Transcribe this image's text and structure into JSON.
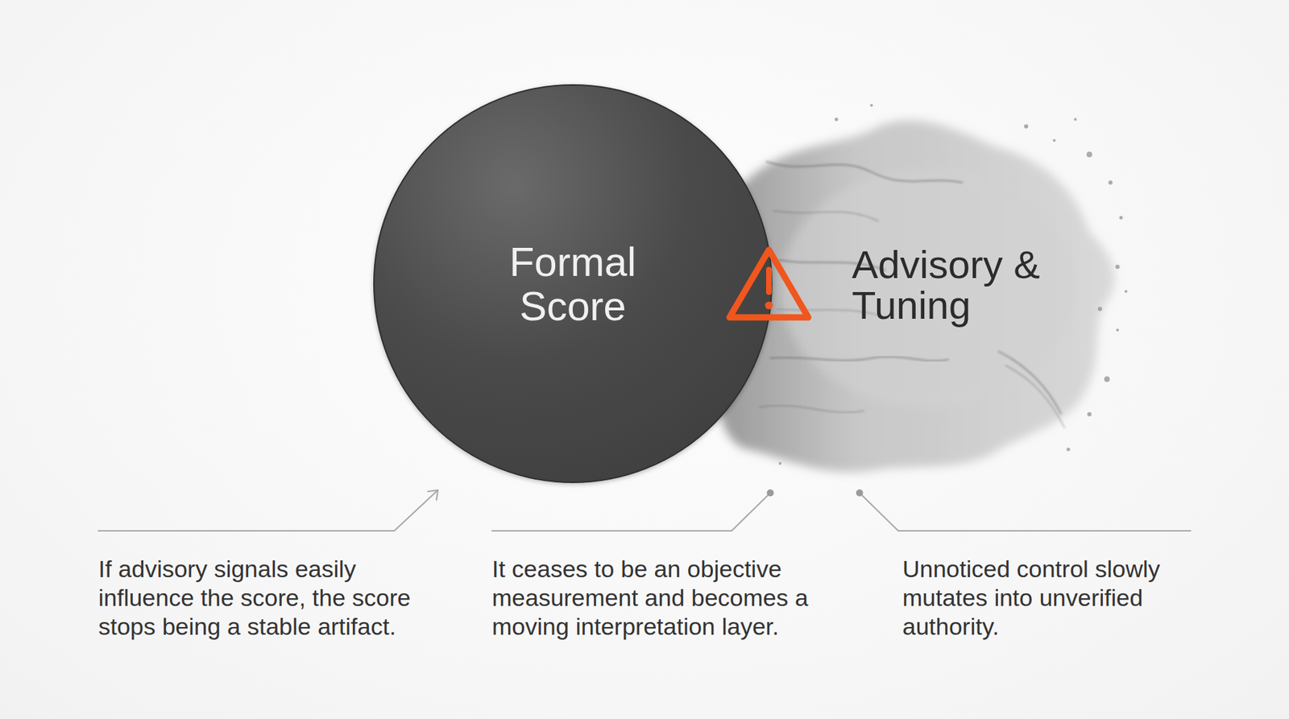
{
  "diagram": {
    "nodes": [
      {
        "text": [
          "Formal Score"
        ]
      },
      {
        "text": [
          "Advisory & Tuning"
        ]
      }
    ],
    "labels": [
      "If advisory signals easily influence the score, the score stops being a stable artifact.",
      "It ceases to be an objective measurement and becomes a moving interpretation layer.",
      "Unnoticed control slowly mutates into unverified authority."
    ]
  }
}
